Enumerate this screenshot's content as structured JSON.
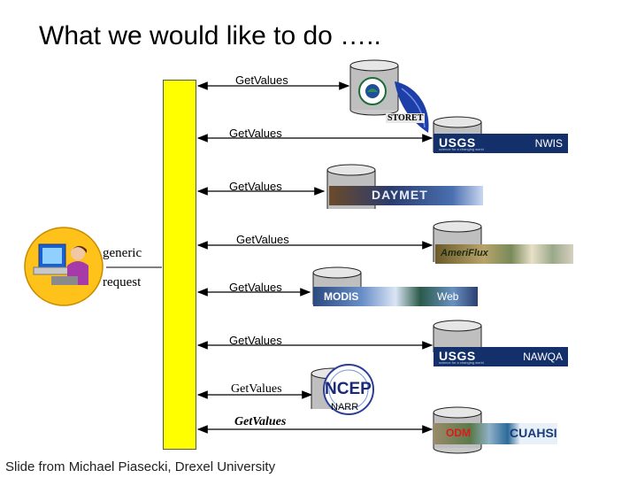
{
  "title": "What we would like to do …..",
  "client": {
    "line1": "generic",
    "line2": "request"
  },
  "request_labels": [
    "GetValues",
    "GetValues",
    "GetValues",
    "GetValues",
    "GetValues",
    "GetValues",
    "GetValues",
    "GetValues"
  ],
  "sources": {
    "storet": "STORET",
    "nwis": "NWIS",
    "usgs_logo": "USGS",
    "usgs_tagline": "science for a changing world",
    "daymet": "DAYMET",
    "ameriflux": "AmeriFlux",
    "modis_left": "MODIS",
    "modis_right": "Web",
    "nawqa": "NAWQA",
    "ncep": "NCEP",
    "narr": "NARR",
    "odm": "ODM",
    "cuahsi": "CUAHSI"
  },
  "credit": "Slide from Michael Piasecki, Drexel University",
  "colors": {
    "bar": "#ffff00",
    "usgs": "#13306a",
    "arrow": "#000000"
  }
}
